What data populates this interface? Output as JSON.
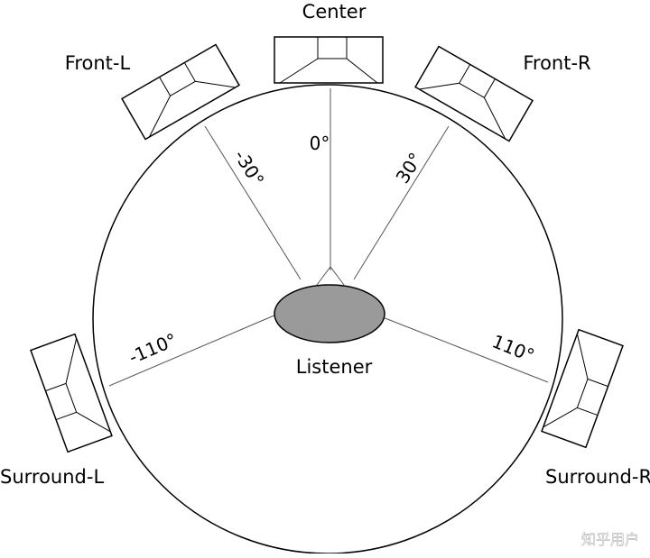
{
  "speakers": {
    "center": {
      "label": "Center",
      "angle": "0°"
    },
    "front_l": {
      "label": "Front-L",
      "angle": "-30°"
    },
    "front_r": {
      "label": "Front-R",
      "angle": "30°"
    },
    "surround_l": {
      "label": "Surround-L",
      "angle": "-110°"
    },
    "surround_r": {
      "label": "Surround-R",
      "angle": "110°"
    }
  },
  "listener": {
    "label": "Listener"
  },
  "watermark": "知乎用户"
}
